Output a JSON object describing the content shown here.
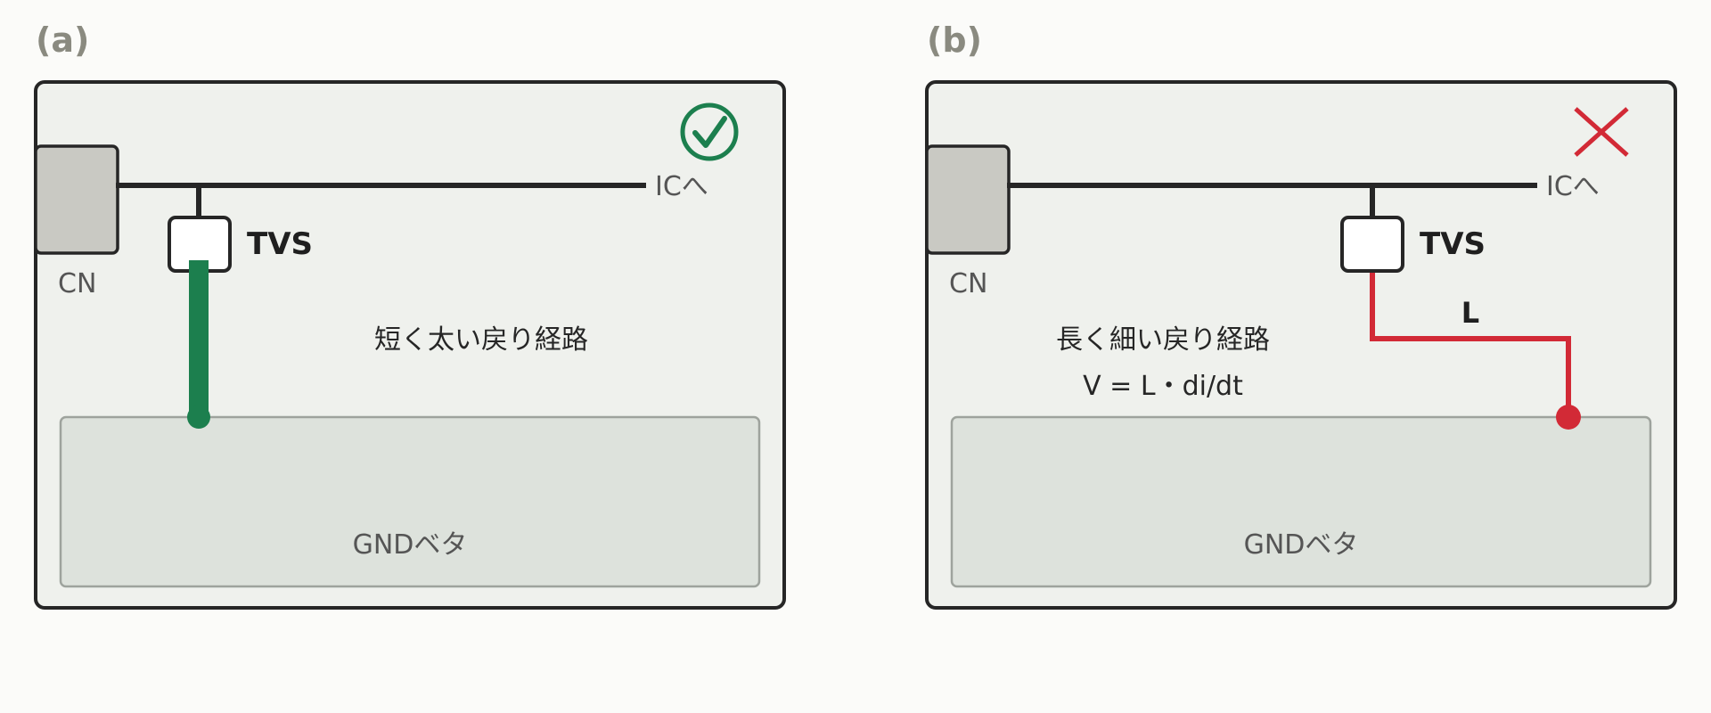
{
  "colors": {
    "good": "#1c7f4e",
    "bad": "#d22a36",
    "board_fill": "#eff1ed",
    "gnd_fill": "#dde2dc",
    "connector_fill": "#c9c9c3"
  },
  "panels": [
    {
      "label": "(a)",
      "connector_label": "CN",
      "ic_label": "ICへ",
      "tvs_label": "TVS",
      "gnd_label": "GNDベタ",
      "caption": "短く太い戻り経路",
      "formula": "",
      "inductance_label": "",
      "status_icon": "check-circle-icon",
      "status": "good"
    },
    {
      "label": "(b)",
      "connector_label": "CN",
      "ic_label": "ICへ",
      "tvs_label": "TVS",
      "gnd_label": "GNDベタ",
      "caption": "長く細い戻り経路",
      "formula": "V = L・di/dt",
      "inductance_label": "L",
      "status_icon": "cross-icon",
      "status": "bad"
    }
  ]
}
